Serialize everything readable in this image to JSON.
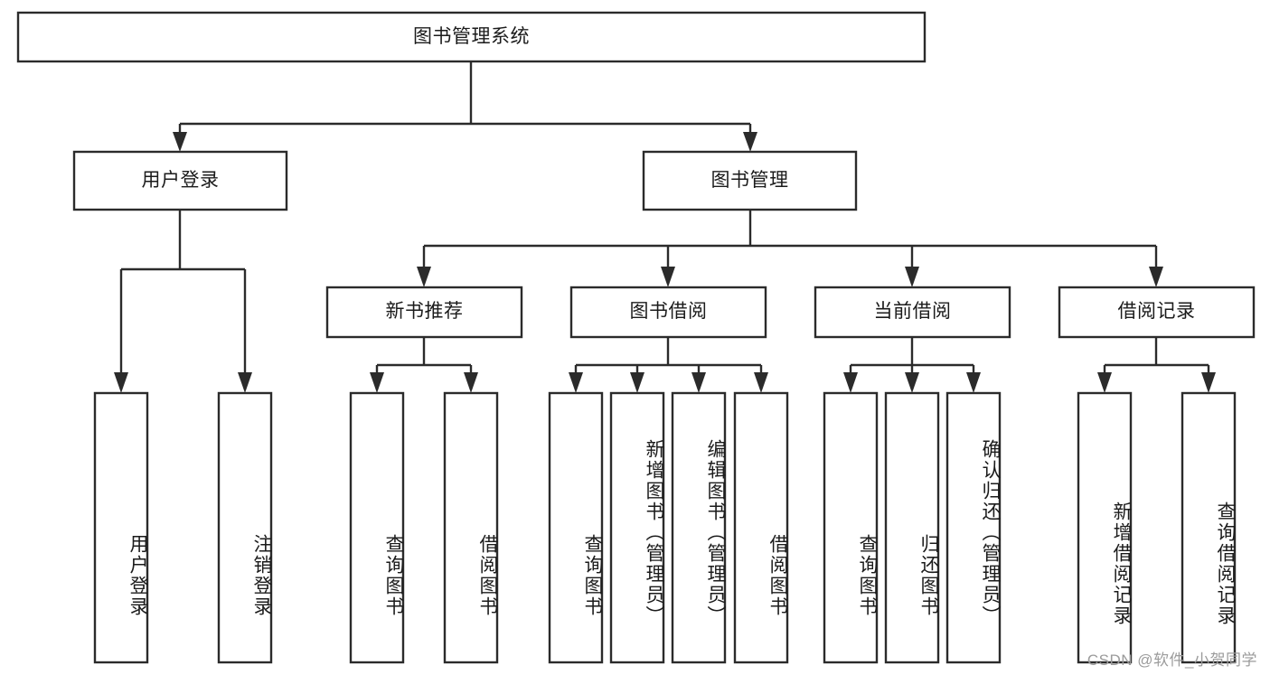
{
  "diagram": {
    "title": "图书管理系统",
    "type": "tree",
    "watermark": "CSDN @软件_小贺同学",
    "colors": {
      "box_fill": "#ffffff",
      "box_stroke": "#2b2b2b",
      "text": "#1b1b1b",
      "watermark": "#9b9b9b",
      "background": "#ffffff"
    },
    "levels": {
      "root": "图书管理系统",
      "level2": [
        "用户登录",
        "图书管理"
      ],
      "level3": [
        "新书推荐",
        "图书借阅",
        "当前借阅",
        "借阅记录"
      ]
    },
    "nodes": {
      "root": {
        "label": "图书管理系统"
      },
      "user_login": {
        "label": "用户登录"
      },
      "book_manage": {
        "label": "图书管理"
      },
      "new_book_rec": {
        "label": "新书推荐"
      },
      "book_borrow": {
        "label": "图书借阅"
      },
      "current_borrow": {
        "label": "当前借阅"
      },
      "borrow_record": {
        "label": "借阅记录"
      },
      "leaf_1": {
        "label": "用户登录"
      },
      "leaf_2": {
        "label": "注销登录"
      },
      "leaf_3": {
        "label": "查询图书"
      },
      "leaf_4": {
        "label": "借阅图书"
      },
      "leaf_5": {
        "label": "查询图书"
      },
      "leaf_6": {
        "label": "新增图书（管理员）"
      },
      "leaf_7": {
        "label": "编辑图书（管理员）"
      },
      "leaf_8": {
        "label": "借阅图书"
      },
      "leaf_9": {
        "label": "查询图书"
      },
      "leaf_10": {
        "label": "归还图书"
      },
      "leaf_11": {
        "label": "确认归还（管理员）"
      },
      "leaf_12": {
        "label": "新增借阅记录"
      },
      "leaf_13": {
        "label": "查询借阅记录"
      }
    },
    "edges": [
      {
        "from": "root",
        "to": "user_login"
      },
      {
        "from": "root",
        "to": "book_manage"
      },
      {
        "from": "user_login",
        "to": "leaf_1"
      },
      {
        "from": "user_login",
        "to": "leaf_2"
      },
      {
        "from": "book_manage",
        "to": "new_book_rec"
      },
      {
        "from": "book_manage",
        "to": "book_borrow"
      },
      {
        "from": "book_manage",
        "to": "current_borrow"
      },
      {
        "from": "book_manage",
        "to": "borrow_record"
      },
      {
        "from": "new_book_rec",
        "to": "leaf_3"
      },
      {
        "from": "new_book_rec",
        "to": "leaf_4"
      },
      {
        "from": "book_borrow",
        "to": "leaf_5"
      },
      {
        "from": "book_borrow",
        "to": "leaf_6"
      },
      {
        "from": "book_borrow",
        "to": "leaf_7"
      },
      {
        "from": "book_borrow",
        "to": "leaf_8"
      },
      {
        "from": "current_borrow",
        "to": "leaf_9"
      },
      {
        "from": "current_borrow",
        "to": "leaf_10"
      },
      {
        "from": "current_borrow",
        "to": "leaf_11"
      },
      {
        "from": "borrow_record",
        "to": "leaf_12"
      },
      {
        "from": "borrow_record",
        "to": "leaf_13"
      }
    ]
  }
}
